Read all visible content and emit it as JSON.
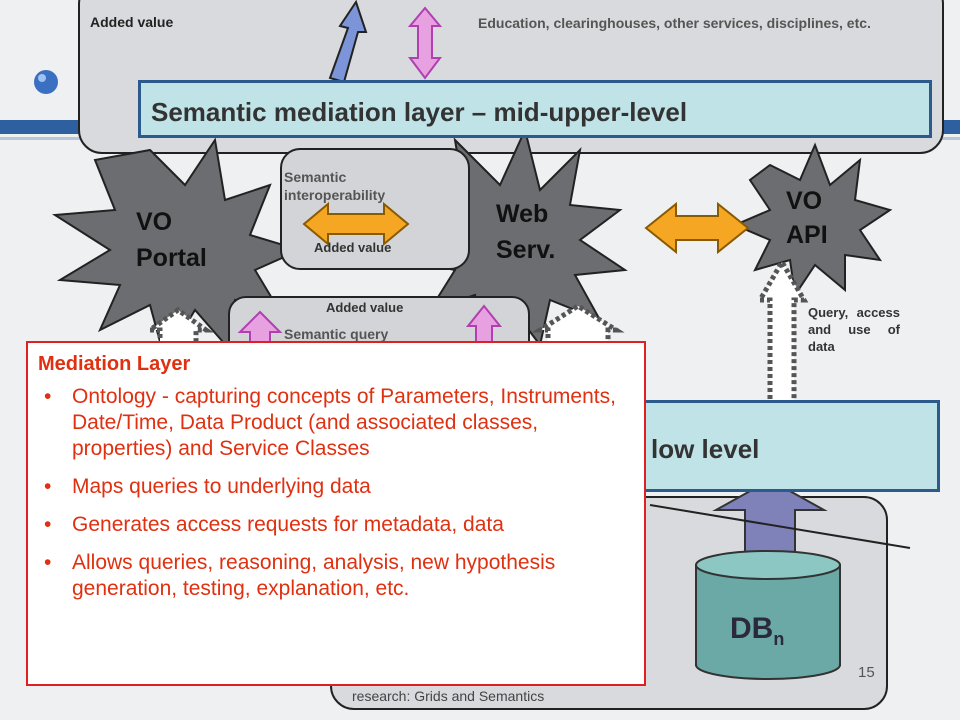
{
  "top_layer": {
    "added_value": "Added value",
    "services_text": "Education, clearinghouses, other services, disciplines, etc.",
    "bar_label": "Semantic mediation layer – mid-upper-level"
  },
  "starbursts": {
    "vo_portal": "VO Portal",
    "web_serv": "Web Serv.",
    "vo_api": "VO API"
  },
  "interop_box": {
    "title": "Semantic interoperability",
    "added_value": "Added value"
  },
  "query_box": {
    "added_value": "Added value",
    "title": "Semantic query"
  },
  "right_note": "Query, access and use of data",
  "lower_bar_label": "low level",
  "db": {
    "label": "DB",
    "subscript": "n"
  },
  "footer": {
    "text": "research: Grids and Semantics",
    "page_number": "15"
  },
  "popup": {
    "title": "Mediation Layer",
    "items": [
      "Ontology - capturing concepts of Parameters, Instruments, Date/Time, Data Product (and associated classes, properties) and Service Classes",
      "Maps queries to underlying data",
      "Generates access requests for metadata, data",
      "Allows queries, reasoning, analysis, new hypothesis generation, testing, explanation, etc."
    ]
  },
  "colors": {
    "bar_fill": "#bfe3e6",
    "bar_border": "#2c5a8c",
    "star_fill": "#6b6d70",
    "arrow_orange": "#f5a623",
    "arrow_pink": "#e7a0e0",
    "arrow_blue": "#7b95d8",
    "popup_text": "#e03010"
  }
}
